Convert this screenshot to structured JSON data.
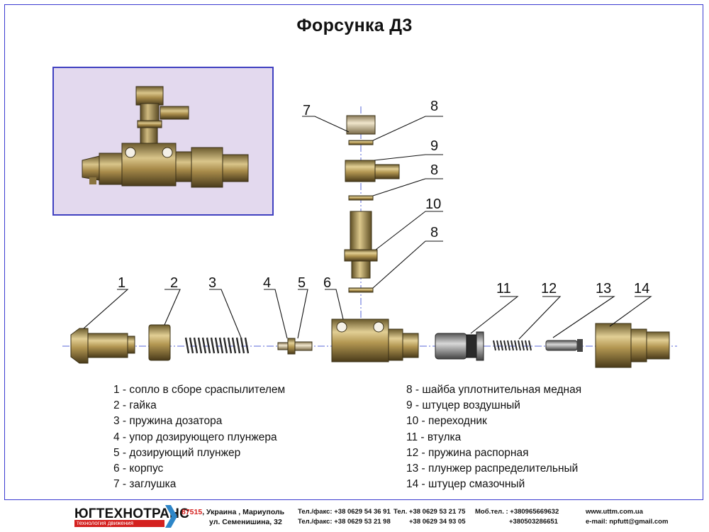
{
  "title": "Форсунка Д3",
  "callouts": {
    "n1": "1",
    "n2": "2",
    "n3": "3",
    "n4": "4",
    "n5": "5",
    "n6": "6",
    "n7": "7",
    "n8a": "8",
    "n8b": "8",
    "n8c": "8",
    "n9": "9",
    "n10": "10",
    "n11": "11",
    "n12": "12",
    "n13": "13",
    "n14": "14"
  },
  "legend_left": [
    "1 - сопло в сборе сраспылителем",
    "2 - гайка",
    "3 - пружина дозатора",
    "4 - упор дозирующего плунжера",
    "5 - дозирующий плунжер",
    "6 - корпус",
    "7 - заглушка"
  ],
  "legend_right": [
    "8 - шайба уплотнительная медная",
    "9 - штуцер воздушный",
    "10 - переходник",
    "11 - втулка",
    "12 - пружина распорная",
    "13 - плунжер распределительный",
    "14 - штуцер  смазочный"
  ],
  "footer": {
    "logo": "ЮГТЕХНОТРАНС",
    "logo_sub": "технология   движения",
    "zip": "87515",
    "address1": ", Украина , Мариуполь",
    "address2": "ул. Семенишина, 32",
    "telfax1": "Тел./факс: +38 0629 54 36 91",
    "telfax2": "Тел./факс: +38 0629 53 21 98",
    "tel1": "Тел.  +38 0629 53 21 75",
    "tel2": "+38 0629 34 93 05",
    "mob1": "Моб.тел. : +380965669632",
    "mob2": "+380503286651",
    "web": "www.uttm.com.ua",
    "email": "e-mail: npfutt@gmail.com"
  },
  "colors": {
    "frame": "#3a3ad0",
    "photo_bg": "#e3d9ee",
    "logo_red": "#d4211f",
    "chevron": "#2e86c8",
    "axis": "#5a6ad8"
  }
}
